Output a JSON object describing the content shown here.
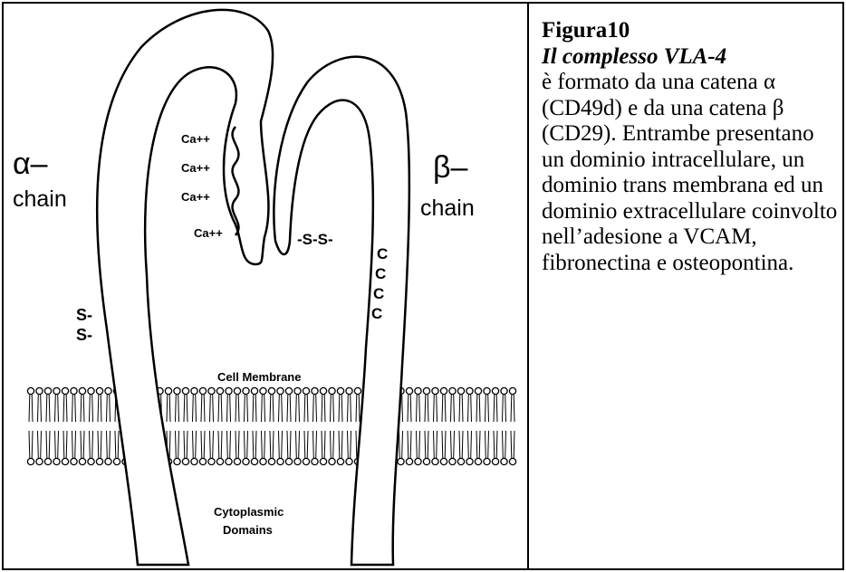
{
  "diagram": {
    "alpha_chain_label": [
      "α–",
      "chain"
    ],
    "beta_chain_label": [
      "β–",
      "chain"
    ],
    "calcium_sites": [
      "Ca++",
      "Ca++",
      "Ca++",
      "Ca++"
    ],
    "alpha_disulfide": [
      "S-",
      "S-"
    ],
    "beta_disulfide": "-S-S-",
    "beta_cysteines": [
      "C",
      "C",
      "C",
      "C"
    ],
    "membrane_label": "Cell Membrane",
    "cytoplasmic_label": [
      "Cytoplasmic",
      "Domains"
    ]
  },
  "caption": {
    "title": "Figura10",
    "subtitle": "Il complesso VLA-4",
    "body": "è formato da una catena α (CD49d) e da una catena β (CD29). Entrambe presentano un dominio intracellulare, un dominio trans membrana ed un dominio extracellulare coinvolto nell’adesione a VCAM, fibronectina e osteopontina."
  }
}
